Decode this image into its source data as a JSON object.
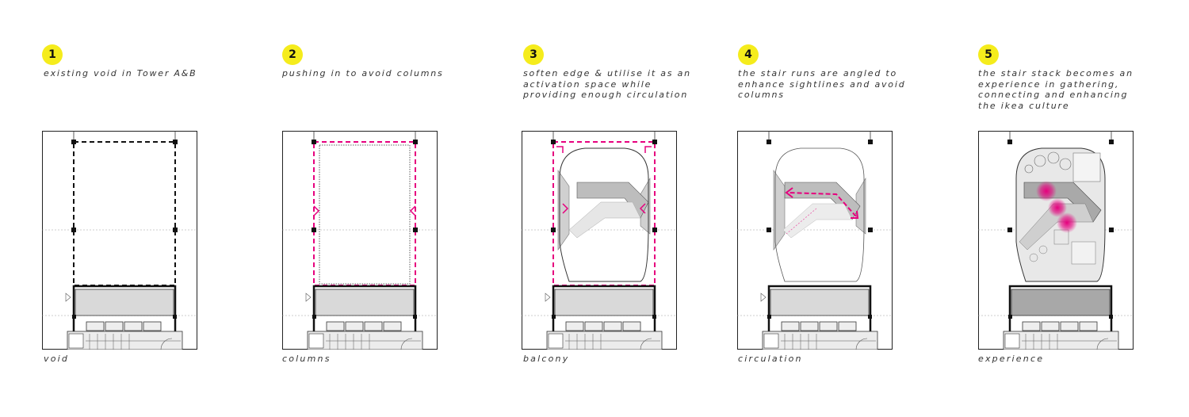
{
  "steps": [
    {
      "number": "1",
      "description": "existing void in Tower A&B",
      "label": "void"
    },
    {
      "number": "2",
      "description": "pushing in to avoid columns",
      "label": "columns"
    },
    {
      "number": "3",
      "description": "soften edge & utilise it as an activation space while providing enough circulation",
      "label": "balcony"
    },
    {
      "number": "4",
      "description": "the stair runs are angled to enhance sightlines and avoid columns",
      "label": "circulation"
    },
    {
      "number": "5",
      "description": "the stair stack becomes an experience in gathering, connecting and enhancing the ikea culture",
      "label": "experience"
    }
  ],
  "colors": {
    "badge": "#f5ec1c",
    "accent": "#e6007e",
    "lines": "#111111"
  }
}
